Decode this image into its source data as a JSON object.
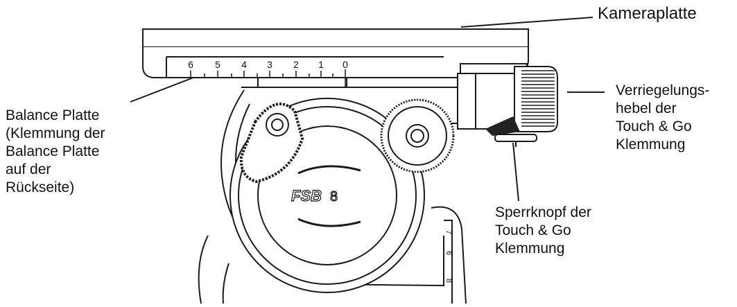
{
  "callouts": {
    "camera_plate": {
      "lines": [
        "Kameraplatte"
      ]
    },
    "balance_plate": {
      "lines": [
        "Balance Platte",
        "(Klemmung der",
        "Balance Platte",
        "auf der",
        "Rückseite)"
      ]
    },
    "locking_lever": {
      "lines": [
        "Verriegelungs-",
        "hebel der",
        "Touch & Go",
        "Klemmung"
      ]
    },
    "lock_knob": {
      "lines": [
        "Sperrknopf der",
        "Touch & Go",
        "Klemmung"
      ]
    }
  },
  "scale": {
    "ticks": [
      "6",
      "5",
      "4",
      "3",
      "2",
      "1",
      "0"
    ]
  },
  "product_badge": {
    "model": "FSB",
    "number": "8"
  },
  "side_scale": {
    "marks": [
      "7",
      "6",
      "8"
    ]
  },
  "colors": {
    "stroke": "#1a1a1a",
    "background": "#ffffff"
  }
}
